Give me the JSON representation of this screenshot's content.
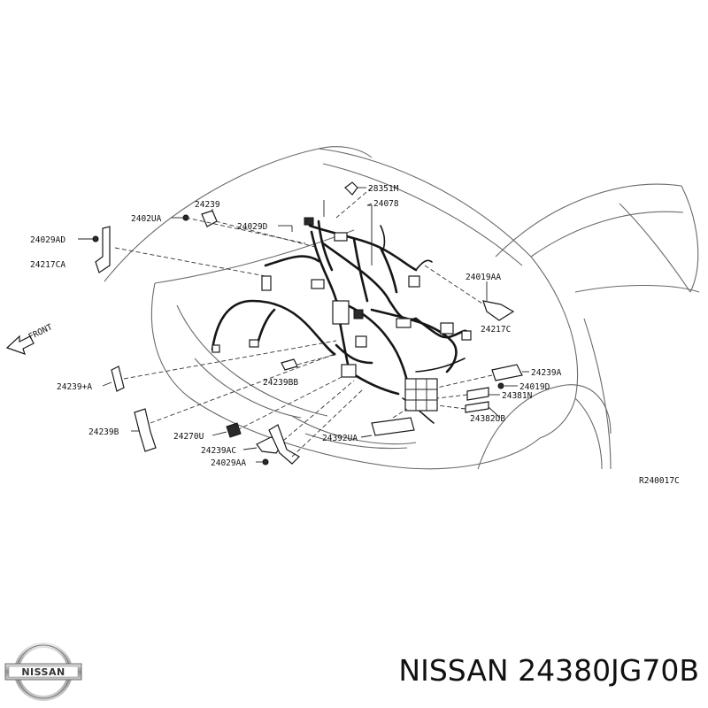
{
  "diagram": {
    "front_label": "FRONT",
    "reference_code": "R240017C",
    "parts": {
      "p1": "28351M",
      "p2": "24078",
      "p3": "24239",
      "p4": "2402UA",
      "p5": "24029D",
      "p6": "24029AD",
      "p7": "24217CA",
      "p8": "24019AA",
      "p9": "24217C",
      "p10": "24239+A",
      "p11": "24239BB",
      "p12": "24239A",
      "p13": "24019D",
      "p14": "24381N",
      "p15": "24382UB",
      "p16": "24239B",
      "p17": "24270U",
      "p18": "24392UA",
      "p19": "24239AC",
      "p20": "24029AA"
    }
  },
  "brand": {
    "logo_text": "NISSAN",
    "caption": "NISSAN 24380JG70B"
  }
}
